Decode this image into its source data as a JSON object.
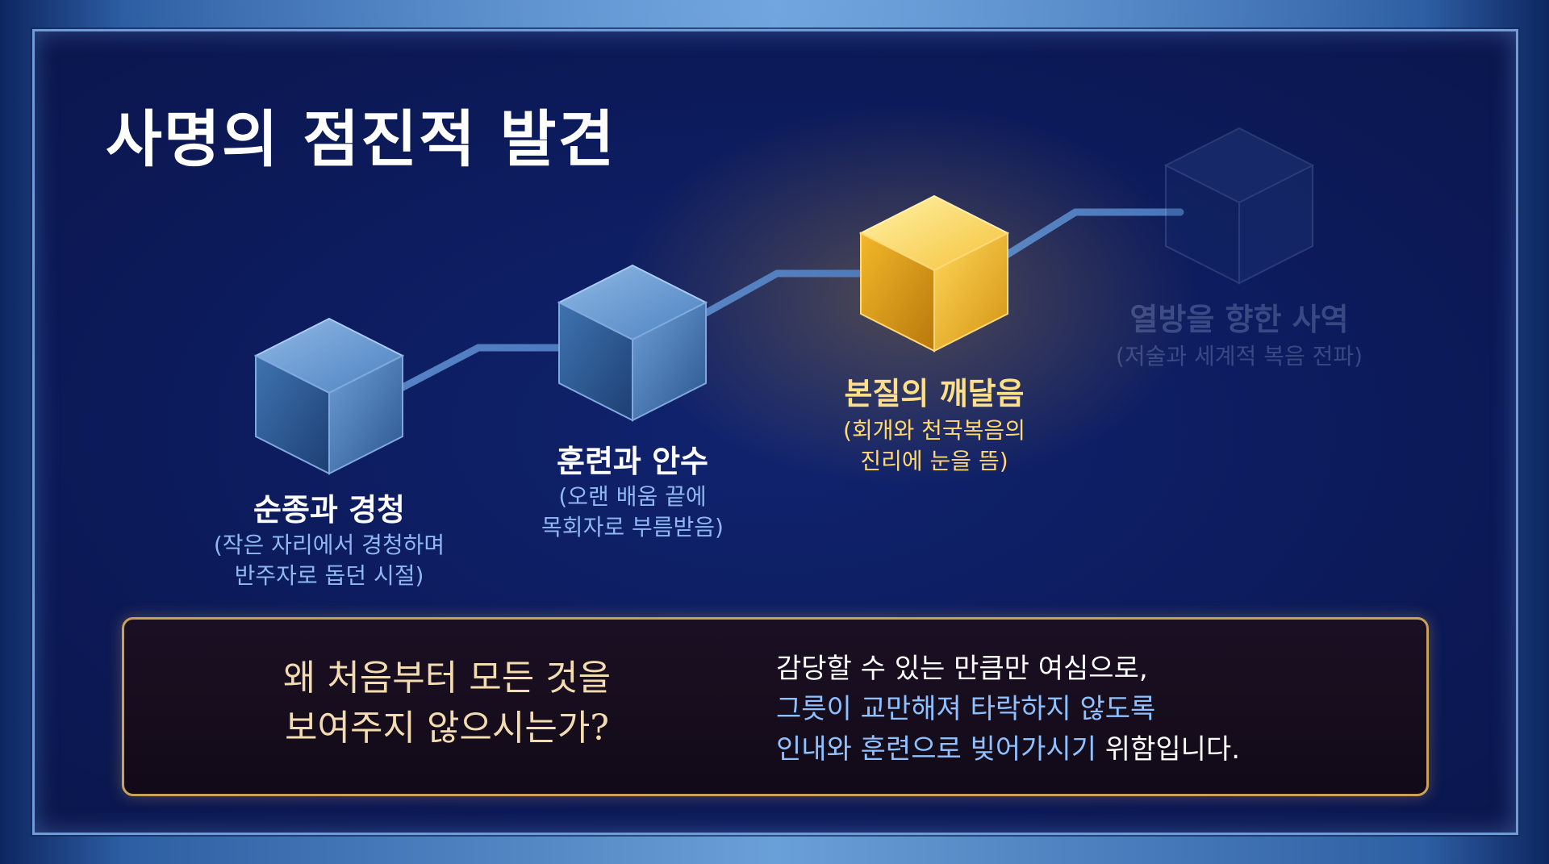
{
  "title": "사명의 점진적 발견",
  "steps": [
    {
      "title": "순종과 경청",
      "sub1": "(작은 자리에서 경청하며",
      "sub2": "반주자로 돕던 시절)"
    },
    {
      "title": "훈련과 안수",
      "sub1": "(오랜 배움 끝에",
      "sub2": "목회자로 부름받음)"
    },
    {
      "title": "본질의 깨달음",
      "sub1": "(회개와 천국복음의",
      "sub2": "진리에 눈을 뜸)"
    },
    {
      "title": "열방을 향한 사역",
      "sub1": "(저술과 세계적 복음 전파)"
    }
  ],
  "quote": {
    "question_line1": "왜 처음부터 모든 것을",
    "question_line2": "보여주지 않으시는가?",
    "answer_line1": "감당할 수 있는 만큼만 여심으로,",
    "answer_line2": "그릇이 교만해져 타락하지 않도록",
    "answer_line3_highlight": "인내와 훈련으로 빚어가시기",
    "answer_line3_rest": " 위함입니다."
  },
  "colors": {
    "blue_cube": "#3f78b4",
    "gold_cube": "#f2b818",
    "accent_blue_text": "#8fc0ff",
    "quote_border": "#c9a257"
  }
}
